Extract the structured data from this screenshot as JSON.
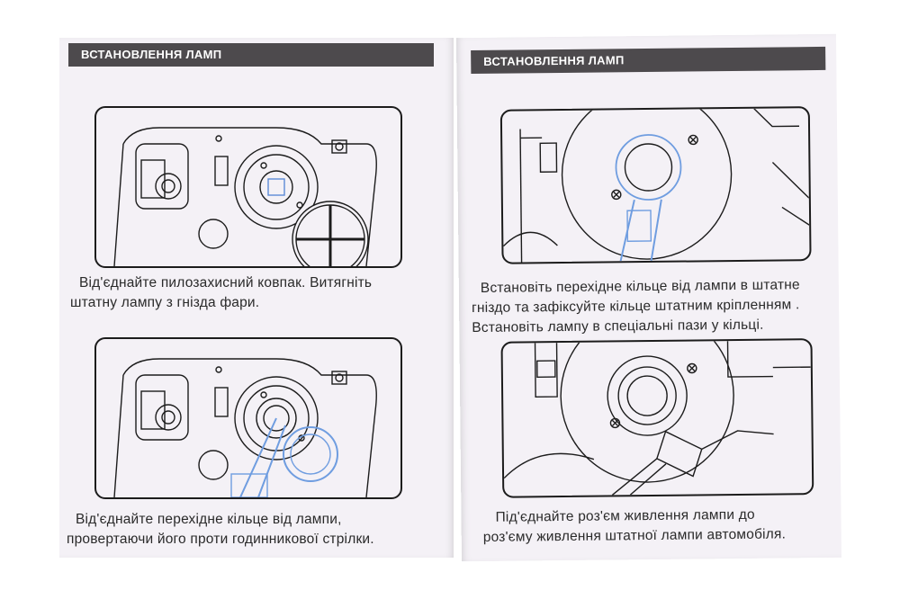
{
  "left_page": {
    "header": "ВСТАНОВЛЕННЯ ЛАМП",
    "step1": {
      "line1_words": [
        "Від'єднайте",
        "пилозахисний",
        "ковпак.",
        "Витягніть"
      ],
      "line2": "штатну лампу з гнізда фари."
    },
    "step2": {
      "line1_words": [
        "Від'єднайте",
        "перехідне",
        "кільце",
        "від",
        "лампи,"
      ],
      "line2": "провертаючи його проти годинникової стрілки."
    }
  },
  "right_page": {
    "header": "ВСТАНОВЛЕННЯ ЛАМП",
    "step3": {
      "line1": "Встановіть перехідне кільце від лампи в штатне",
      "line2": "гніздо та зафіксуйте кільце штатним кріпленням .",
      "line3_words": [
        "Встановіть",
        "лампу",
        "в",
        "спеціальні",
        "пази",
        "у",
        "кільці."
      ]
    },
    "step4": {
      "line1_words": [
        "Під'єднайте",
        "роз'єм",
        "живлення",
        "лампи",
        "до"
      ],
      "line2": "роз'єму живлення штатної лампи автомобіля."
    }
  },
  "colors": {
    "header_bg": "#4d4a4d",
    "page_bg": "#f4f1f6",
    "line_art": "#1c1c1c",
    "lamp_highlight": "#8fb4e8"
  }
}
